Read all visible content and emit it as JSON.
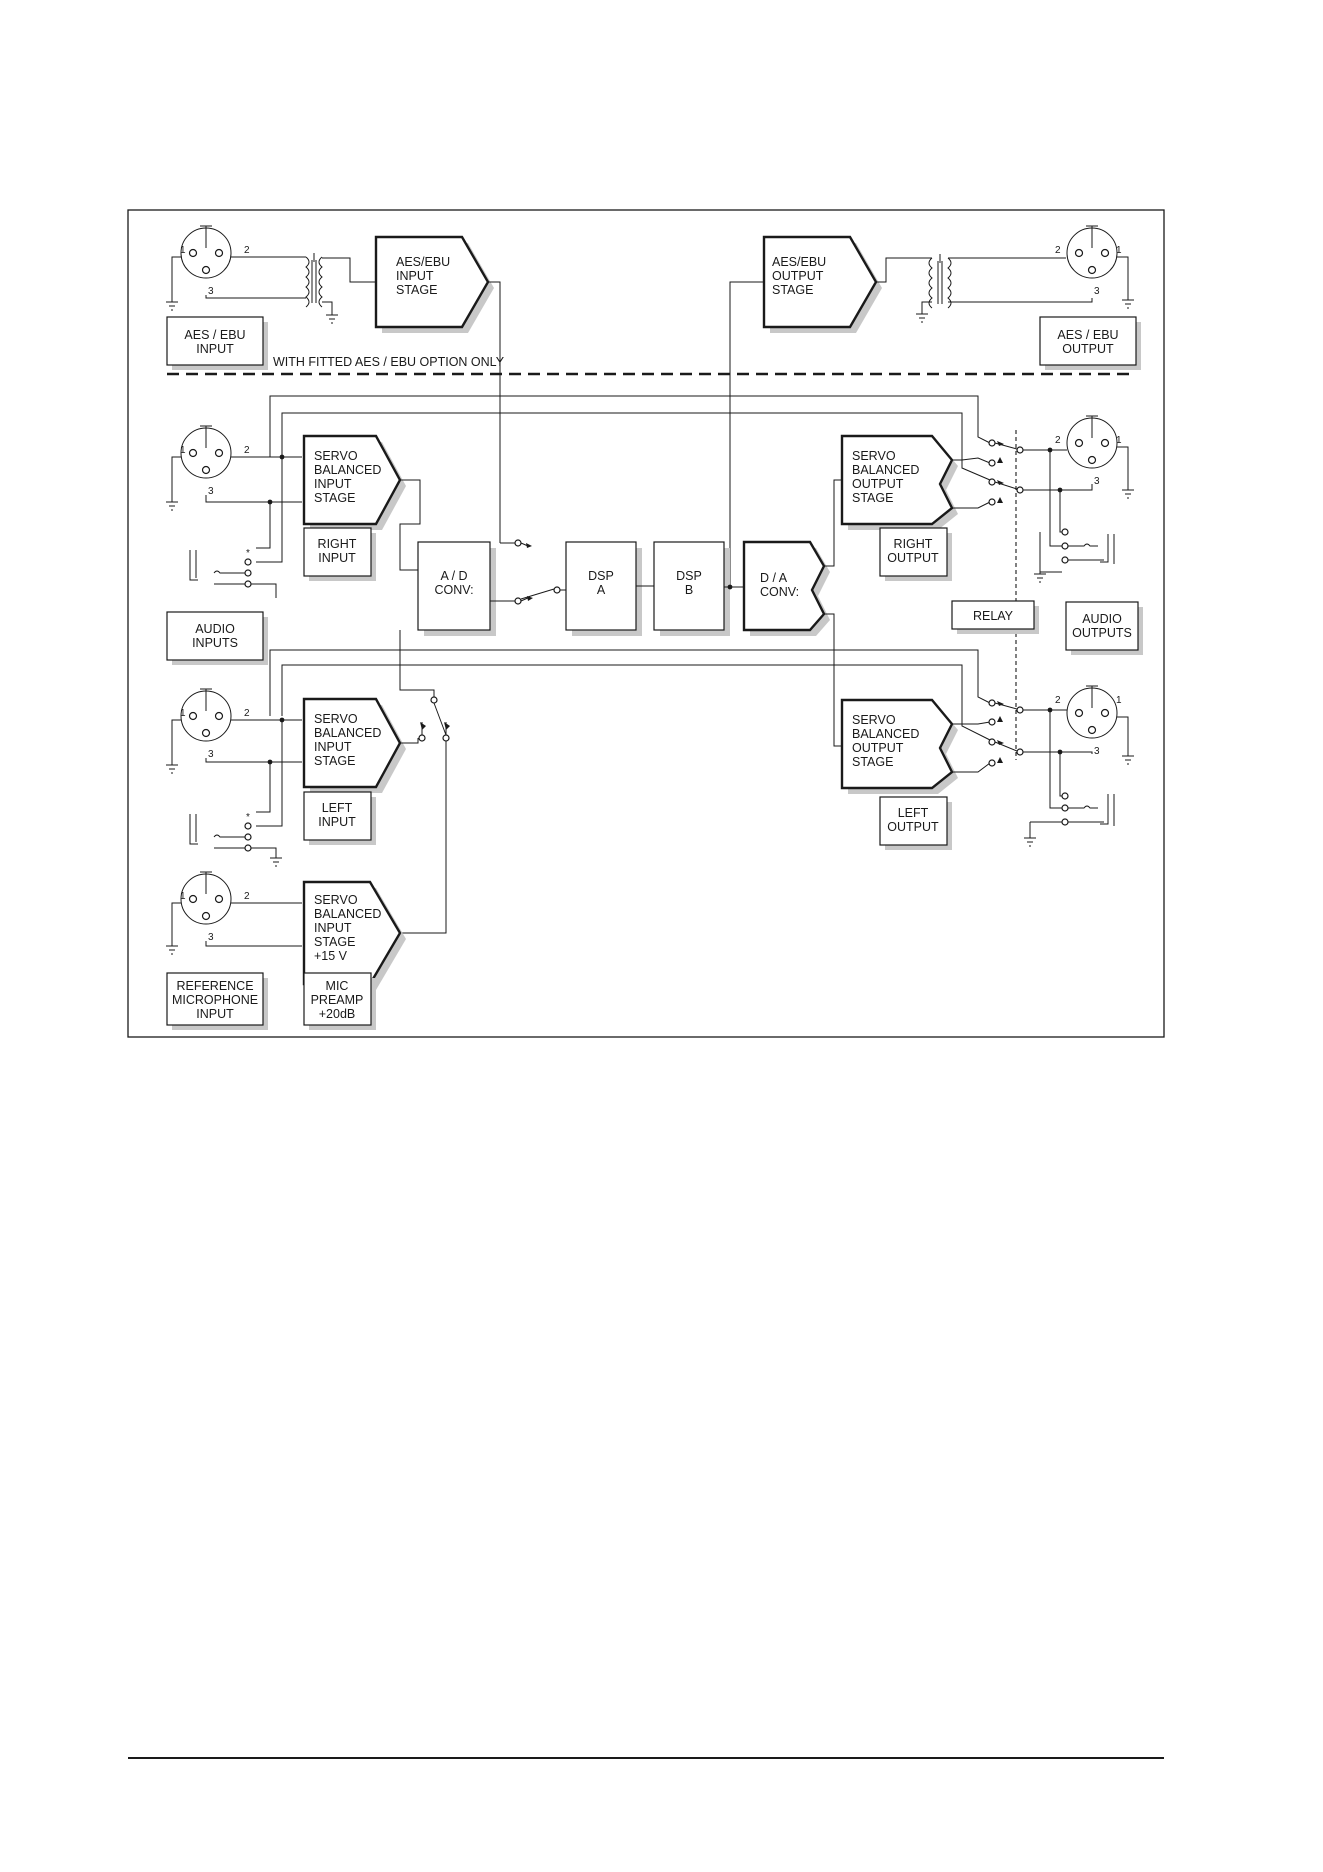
{
  "blocks": {
    "aes_input_stage": [
      "AES/EBU",
      "INPUT",
      "STAGE"
    ],
    "aes_output_stage": [
      "AES/EBU",
      "OUTPUT",
      "STAGE"
    ],
    "servo_input_right": [
      "SERVO",
      "BALANCED",
      "INPUT",
      "STAGE"
    ],
    "servo_input_left": [
      "SERVO",
      "BALANCED",
      "INPUT",
      "STAGE"
    ],
    "servo_input_mic": [
      "SERVO",
      "BALANCED",
      "INPUT",
      "STAGE",
      "+15 V"
    ],
    "servo_output_right": [
      "SERVO",
      "BALANCED",
      "OUTPUT",
      "STAGE"
    ],
    "servo_output_left": [
      "SERVO",
      "BALANCED",
      "OUTPUT",
      "STAGE"
    ],
    "ad_conv": [
      "A / D",
      "CONV:"
    ],
    "dsp_a": [
      "DSP",
      "A"
    ],
    "dsp_b": [
      "DSP",
      "B"
    ],
    "da_conv": [
      "D / A",
      "CONV:"
    ]
  },
  "labels": {
    "aes_ebu_input": [
      "AES / EBU",
      "INPUT"
    ],
    "aes_ebu_output": [
      "AES / EBU",
      "OUTPUT"
    ],
    "audio_inputs": [
      "AUDIO",
      "INPUTS"
    ],
    "audio_outputs": [
      "AUDIO",
      "OUTPUTS"
    ],
    "right_input": [
      "RIGHT",
      "INPUT"
    ],
    "left_input": [
      "LEFT",
      "INPUT"
    ],
    "right_output": [
      "RIGHT",
      "OUTPUT"
    ],
    "left_output": [
      "LEFT",
      "OUTPUT"
    ],
    "relay": [
      "RELAY"
    ],
    "reference_mic_input": [
      "REFERENCE",
      "MICROPHONE",
      "INPUT"
    ],
    "mic_preamp": [
      "MIC",
      "PREAMP",
      "+20dB"
    ]
  },
  "option_note": "WITH FITTED AES / EBU OPTION ONLY",
  "pins": {
    "p1": "1",
    "p2": "2",
    "p3": "3"
  },
  "jack_marker": "*"
}
